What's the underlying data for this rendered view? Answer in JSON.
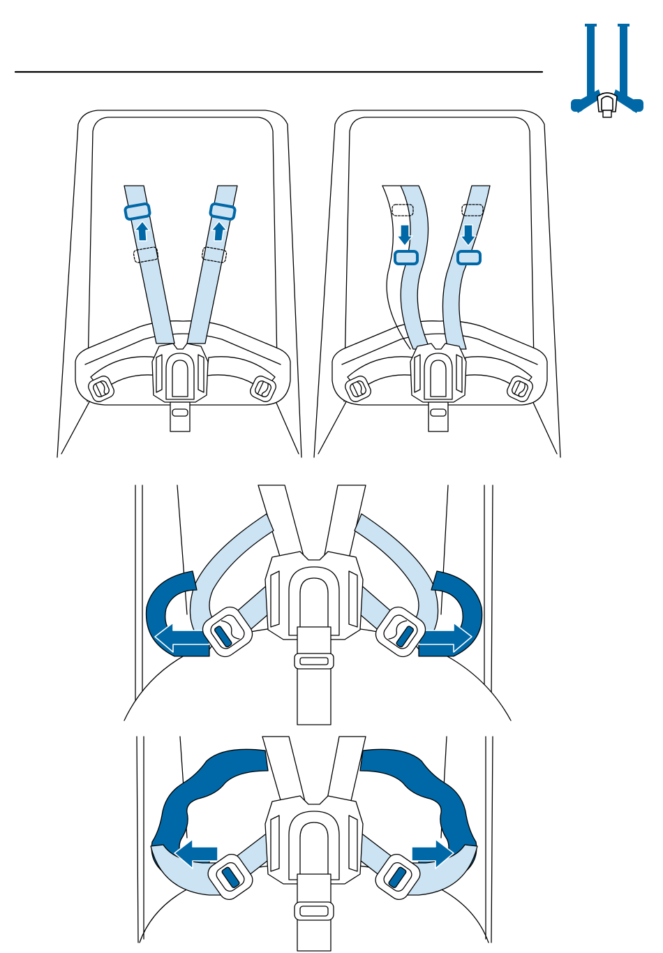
{
  "colors": {
    "line": "#000000",
    "strap_light": "#cce3f3",
    "accent_blue": "#0068a6",
    "background": "#ffffff"
  },
  "header": {
    "rule": "horizontal-rule",
    "icon": "harness-icon"
  },
  "panels": [
    {
      "name": "panel-shoulder-adjuster-up",
      "arrow_direction": "up"
    },
    {
      "name": "panel-shoulder-adjuster-down",
      "arrow_direction": "down"
    },
    {
      "name": "panel-hip-strap-tighten",
      "arrow_direction": "outward"
    },
    {
      "name": "panel-hip-strap-loosen",
      "arrow_direction": "outward"
    }
  ]
}
